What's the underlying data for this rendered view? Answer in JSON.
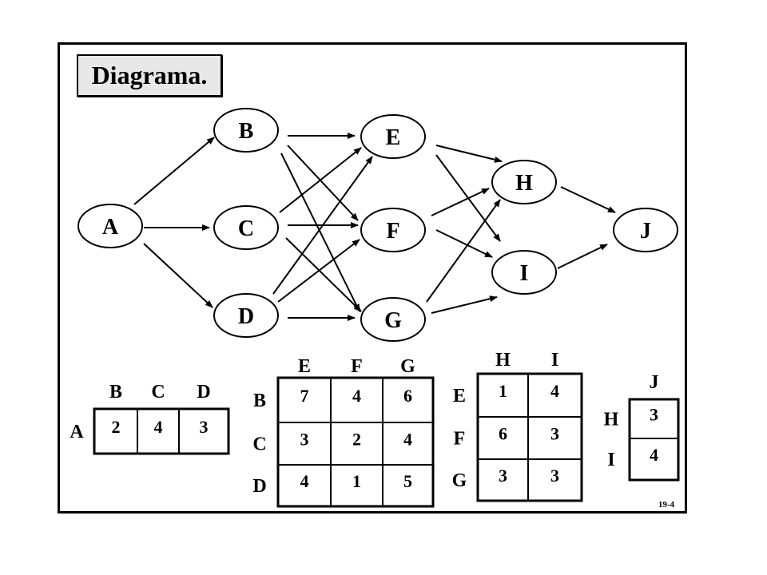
{
  "title": "Diagrama.",
  "footer_code": "19-4",
  "nodes": [
    {
      "id": "A",
      "label": "A"
    },
    {
      "id": "B",
      "label": "B"
    },
    {
      "id": "C",
      "label": "C"
    },
    {
      "id": "D",
      "label": "D"
    },
    {
      "id": "E",
      "label": "E"
    },
    {
      "id": "F",
      "label": "F"
    },
    {
      "id": "G",
      "label": "G"
    },
    {
      "id": "H",
      "label": "H"
    },
    {
      "id": "I",
      "label": "I"
    },
    {
      "id": "J",
      "label": "J"
    }
  ],
  "edges": [
    [
      "A",
      "B"
    ],
    [
      "A",
      "C"
    ],
    [
      "A",
      "D"
    ],
    [
      "B",
      "E"
    ],
    [
      "B",
      "F"
    ],
    [
      "B",
      "G"
    ],
    [
      "C",
      "E"
    ],
    [
      "C",
      "F"
    ],
    [
      "C",
      "G"
    ],
    [
      "D",
      "E"
    ],
    [
      "D",
      "F"
    ],
    [
      "D",
      "G"
    ],
    [
      "E",
      "H"
    ],
    [
      "E",
      "I"
    ],
    [
      "F",
      "H"
    ],
    [
      "F",
      "I"
    ],
    [
      "G",
      "H"
    ],
    [
      "G",
      "I"
    ],
    [
      "H",
      "J"
    ],
    [
      "I",
      "J"
    ]
  ],
  "matrices": [
    {
      "id": "stage1",
      "cols": [
        "B",
        "C",
        "D"
      ],
      "rows": [
        "A"
      ],
      "values": [
        [
          "2",
          "4",
          "3"
        ]
      ]
    },
    {
      "id": "stage2",
      "cols": [
        "E",
        "F",
        "G"
      ],
      "rows": [
        "B",
        "C",
        "D"
      ],
      "values": [
        [
          "7",
          "4",
          "6"
        ],
        [
          "3",
          "2",
          "4"
        ],
        [
          "4",
          "1",
          "5"
        ]
      ]
    },
    {
      "id": "stage3",
      "cols": [
        "H",
        "I"
      ],
      "rows": [
        "E",
        "F",
        "G"
      ],
      "values": [
        [
          "1",
          "4"
        ],
        [
          "6",
          "3"
        ],
        [
          "3",
          "3"
        ]
      ]
    },
    {
      "id": "stage4",
      "cols": [
        "J"
      ],
      "rows": [
        "H",
        "I"
      ],
      "values": [
        [
          "3"
        ],
        [
          "4"
        ]
      ]
    }
  ]
}
